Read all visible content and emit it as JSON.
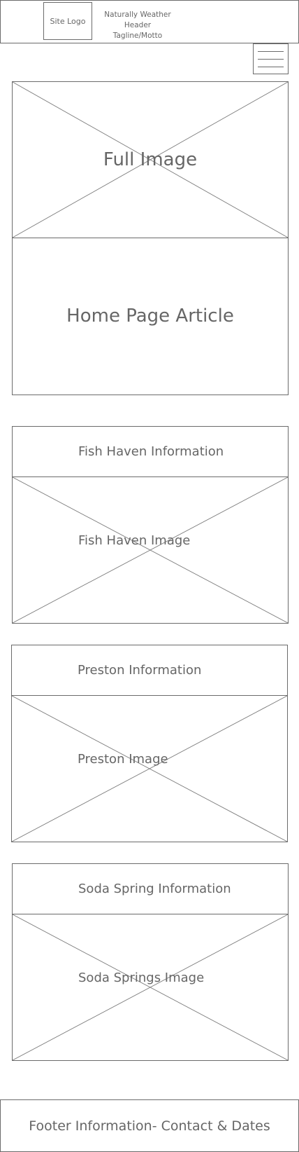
{
  "header": {
    "logo_label": "Site Logo",
    "title": "Naturally Weather Header",
    "tagline": "Tagline/Motto"
  },
  "menu": {
    "icon": "hamburger-menu-icon"
  },
  "hero": {
    "image_label": "Full Image"
  },
  "article": {
    "label": "Home Page Article"
  },
  "sections": [
    {
      "info_label": "Fish Haven Information",
      "image_label": "Fish Haven Image"
    },
    {
      "info_label": "Preston Information",
      "image_label": "Preston Image"
    },
    {
      "info_label": "Soda Spring Information",
      "image_label": "Soda Springs Image"
    }
  ],
  "footer": {
    "label": "Footer Information- Contact & Dates"
  }
}
